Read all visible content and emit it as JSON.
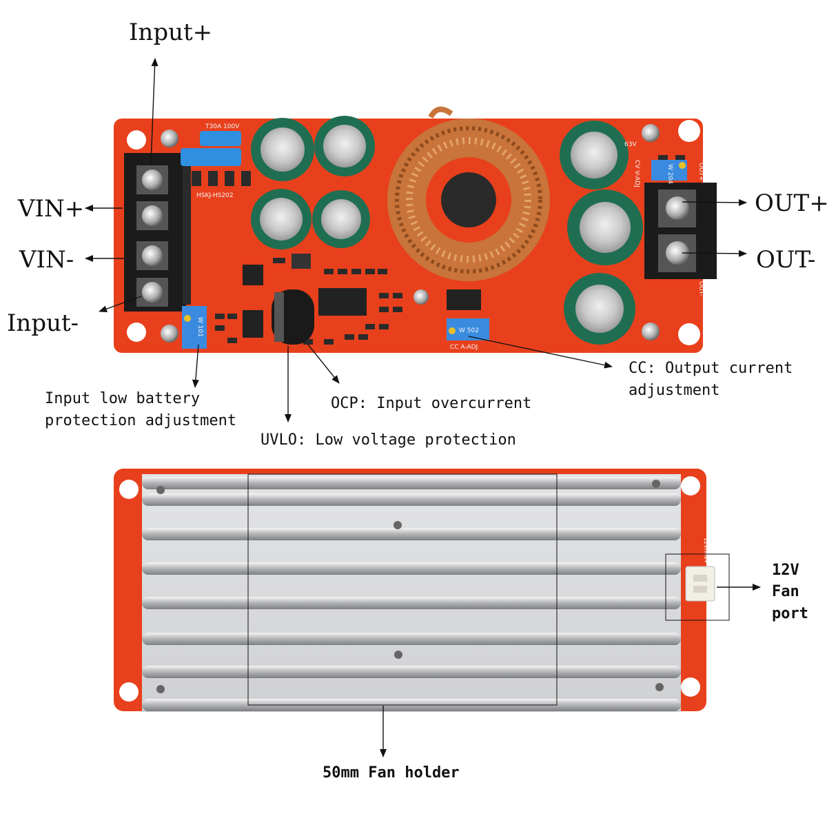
{
  "labels": {
    "input_plus": "Input+",
    "vin_plus": "VIN+",
    "vin_minus": "VIN-",
    "input_minus": "Input-",
    "out_plus": "OUT+",
    "out_minus": "OUT-",
    "low_battery_line1": "Input low battery",
    "low_battery_line2": "protection adjustment",
    "uvlo": "UVLO: Low voltage protection",
    "ocp": "OCP: Input overcurrent",
    "cc_line1": "CC: Output current",
    "cc_line2": "adjustment",
    "fan_holder": "50mm Fan holder",
    "fan_port_line1": "12V",
    "fan_port_line2": "Fan",
    "fan_port_line3": "port"
  },
  "silkscreen": {
    "fuse": "T30A 100V",
    "model": "HSKJ-HS202",
    "pot_cc": "W 502",
    "pot_cc_label": "CC  A-ADJ",
    "pot_cv": "W 204",
    "pot_cv_label": "CV V-ADJ",
    "pot_lb": "W 101",
    "cap_marking": "63V",
    "out_plus_pad": "OUT+",
    "out_minus_pad": "OUT-",
    "fan_pad": "12VFAN+"
  },
  "colors": {
    "pcb": "#e8401c",
    "heatsink": "#d9dadc",
    "copper": "#c8743a"
  }
}
